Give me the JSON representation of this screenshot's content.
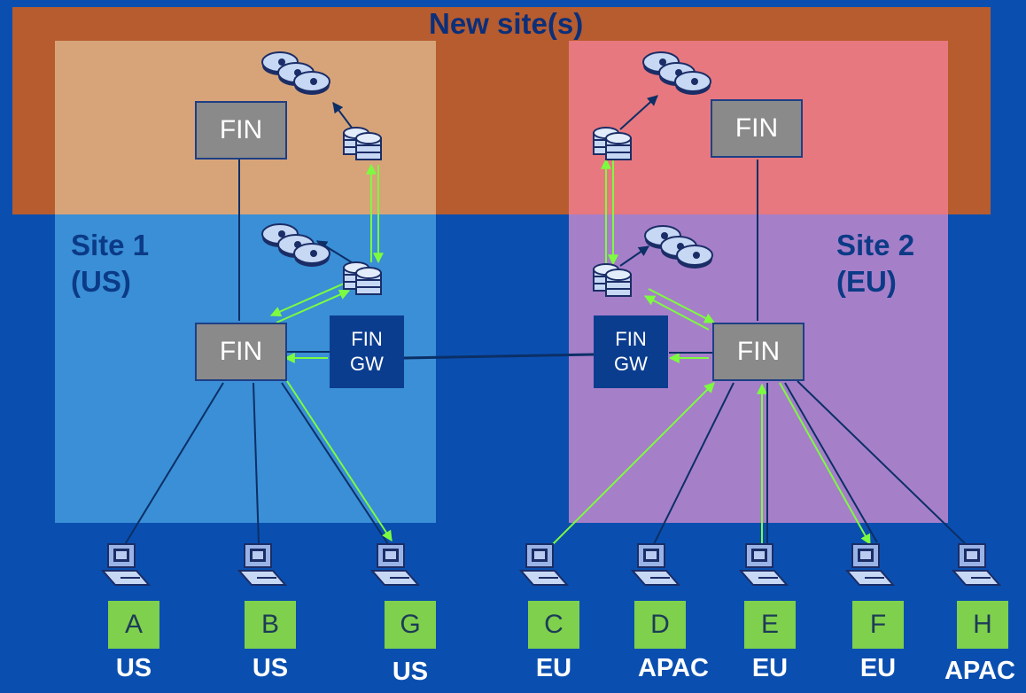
{
  "regions": {
    "new_sites": {
      "title": "New site(s)"
    },
    "site1": {
      "label_line1": "Site 1",
      "label_line2": "(US)"
    },
    "site2": {
      "label_line1": "Site 2",
      "label_line2": "(EU)"
    }
  },
  "nodes": {
    "fin_label": "FIN",
    "gateway_line1": "FIN",
    "gateway_line2": "GW"
  },
  "clients": [
    {
      "id": "A",
      "region": "US"
    },
    {
      "id": "B",
      "region": "US"
    },
    {
      "id": "G",
      "region": "US"
    },
    {
      "id": "C",
      "region": "EU"
    },
    {
      "id": "D",
      "region": "APAC"
    },
    {
      "id": "E",
      "region": "EU"
    },
    {
      "id": "F",
      "region": "EU"
    },
    {
      "id": "H",
      "region": "APAC"
    }
  ],
  "colors": {
    "background": "#0a4fb0",
    "new_site_band": "#b65c2e",
    "site1": "#3a8fd6",
    "site2": "#a67fc9",
    "fin_box": "#8a8a8a",
    "gateway_box": "#0b3d8f",
    "replication_arrow": "#7cfc3f",
    "link_line": "#0b2f66",
    "client_box": "#7fd04c"
  }
}
